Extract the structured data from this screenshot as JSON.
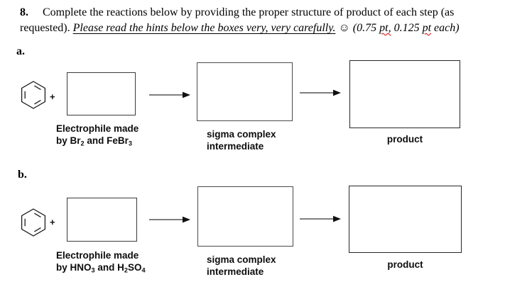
{
  "colors": {
    "background": "#ffffff",
    "text": "#000000",
    "box_border": "#3a3a3a",
    "squiggle_red": "#d40000"
  },
  "header": {
    "number": "8.",
    "line1": "Complete the reactions below by providing the proper structure of product of each step (as",
    "line2_segments": [
      {
        "t": "requested). "
      },
      {
        "t": "Please read the hints below the boxes very, very carefully.",
        "s": "i u"
      },
      {
        "t": " "
      },
      {
        "t": "☺",
        "s": "smiley",
        "n": "smiley-icon"
      },
      {
        "t": " "
      },
      {
        "t": "(0.75 ",
        "s": "i"
      },
      {
        "t": "pt,",
        "s": "i sq"
      },
      {
        "t": " 0.125 ",
        "s": "i"
      },
      {
        "t": "pt",
        "s": "i sq"
      },
      {
        "t": " each)",
        "s": "i"
      }
    ]
  },
  "reactions": [
    {
      "part_label": "a.",
      "reactant_structure": "benzene-ring",
      "plus_sign": "+",
      "electrophile_hint_line1": "Electrophile made",
      "electrophile_hint_line2": [
        {
          "t": "by Br"
        },
        {
          "t": "2",
          "s": "sub"
        },
        {
          "t": " and FeBr"
        },
        {
          "t": "3",
          "s": "sub"
        }
      ],
      "intermediate_hint_line1": "sigma complex",
      "intermediate_hint_line2": "intermediate",
      "product_hint": "product"
    },
    {
      "part_label": "b.",
      "reactant_structure": "benzene-ring",
      "plus_sign": "+",
      "electrophile_hint_line1": "Electrophile made",
      "electrophile_hint_line2": [
        {
          "t": "by HNO"
        },
        {
          "t": "3",
          "s": "sub"
        },
        {
          "t": " and H"
        },
        {
          "t": "2",
          "s": "sub"
        },
        {
          "t": "SO"
        },
        {
          "t": "4",
          "s": "sub"
        }
      ],
      "intermediate_hint_line1": "sigma complex",
      "intermediate_hint_line2": "intermediate",
      "product_hint": "product"
    }
  ]
}
